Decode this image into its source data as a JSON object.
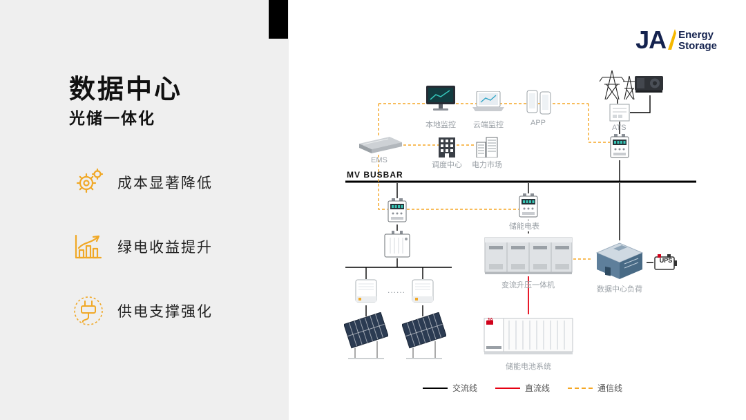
{
  "slide": {
    "title": "数据中心",
    "subtitle": "光储一体化",
    "bullets": [
      {
        "label": "成本显著降低"
      },
      {
        "label": "绿电收益提升"
      },
      {
        "label": "供电支撑强化"
      }
    ]
  },
  "logo": {
    "brand": "JA",
    "line1": "Energy",
    "line2": "Storage"
  },
  "diagram": {
    "busbar_label": "MV  BUSBAR",
    "nodes": {
      "local_monitor": "本地监控",
      "cloud_monitor": "云端监控",
      "app": "APP",
      "ats": "ATS",
      "ems": "EMS",
      "dispatch_center": "调度中心",
      "power_market": "电力市场",
      "storage_meter": "储能电表",
      "converter": "变流升压一体机",
      "data_center_load": "数据中心负荷",
      "ups": "UPS",
      "battery_system": "储能电池系统",
      "container_brand": "JA",
      "dots": "......"
    },
    "legend": [
      {
        "label": "交流线"
      },
      {
        "label": "直流线"
      },
      {
        "label": "通信线"
      }
    ],
    "colors": {
      "ac": "#000000",
      "dc": "#e60012",
      "comm": "#f5a623",
      "accent": "#f0a826"
    }
  }
}
